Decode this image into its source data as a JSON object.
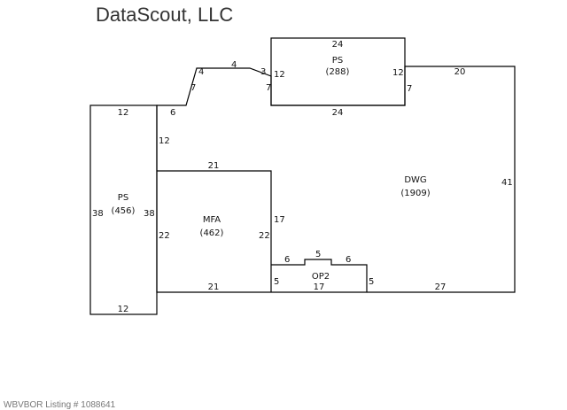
{
  "header": {
    "company": "DataScout, LLC"
  },
  "footer": {
    "listing_text": "WBVBOR Listing # 1088641"
  },
  "sketch": {
    "areas": {
      "ps_top": {
        "code": "PS",
        "sqft": "(288)"
      },
      "ps_left": {
        "code": "PS",
        "sqft": "(456)"
      },
      "mfa": {
        "code": "MFA",
        "sqft": "(462)"
      },
      "dwg": {
        "code": "DWG",
        "sqft": "(1909)"
      },
      "op2": {
        "code": "OP2",
        "sqft": "17"
      }
    },
    "dimensions": {
      "ps_top_top": "24",
      "ps_top_bottom": "24",
      "ps_top_left": "12",
      "ps_top_right": "12",
      "roof_3": "3",
      "roof_4a": "4",
      "roof_4b": "4",
      "roof_7a": "7",
      "roof_7b": "7",
      "step_7": "7",
      "dwg_top": "20",
      "dwg_right": "41",
      "ps_left_top": "12",
      "ps_left_bottom": "12",
      "ps_left_left": "38",
      "ps_left_right": "38",
      "dwg_left_6": "6",
      "dwg_left_12": "12",
      "mfa_top": "21",
      "mfa_left": "22",
      "mfa_right": "22",
      "mfa_bottom": "21",
      "dwg_17": "17",
      "op2_5_left": "5",
      "op2_6_left": "6",
      "op2_5_top": "5",
      "op2_6_right": "6",
      "op2_5_right": "5",
      "dwg_bottom": "27"
    }
  }
}
